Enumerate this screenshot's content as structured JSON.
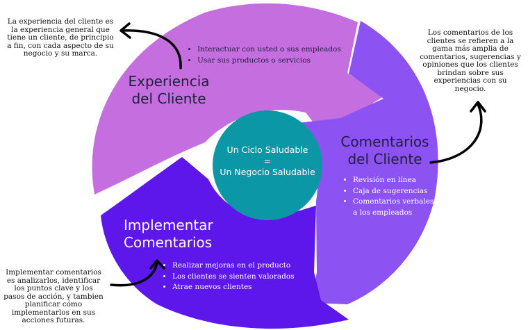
{
  "center": {
    "line1": "Un Ciclo Saludable",
    "line2": "=",
    "line3": "Un Negocio Saludable"
  },
  "segments": {
    "experience": {
      "title_line1": "Experiencia",
      "title_line2": "del Cliente",
      "bullets": [
        "Interactuar con usted o sus empleados",
        "Usar sus productos o servicios"
      ],
      "color": "#c46ee0"
    },
    "feedback": {
      "title_line1": "Comentarios",
      "title_line2": "del Cliente",
      "bullets": [
        "Revisión en línea",
        "Caja de sugerencias",
        "Comentarios verbales",
        "a los empleados"
      ],
      "color": "#8c52f2"
    },
    "implement": {
      "title_line1": "Implementar",
      "title_line2": "Comentarios",
      "bullets": [
        "Realizar mejoras en el producto",
        "Los clientes se sienten valorados",
        "Atrae nuevos clientes"
      ],
      "color": "#5e17eb"
    }
  },
  "center_color": "#0b97a6",
  "notes": {
    "experience": [
      "La experiencia del cliente es",
      "la experiencia general que",
      "tiene un cliente, de principio",
      "a fin, con cada aspecto de su",
      "negocio y su marca."
    ],
    "feedback": [
      "Los comentarios de los",
      "clientes se refieren a la",
      "gama más amplia de",
      "comentarios, sugerencias y",
      "opiniones que los clientes",
      "brindan sobre sus",
      "experiencias con su",
      "negocio."
    ],
    "implement": [
      "Implementar comentarios",
      "es analizarlos, identificar",
      "los puntos clave y los",
      "pasos de acción, y tambien",
      "planificar cómo",
      "implementarlos en sus",
      "acciones futuras."
    ]
  }
}
